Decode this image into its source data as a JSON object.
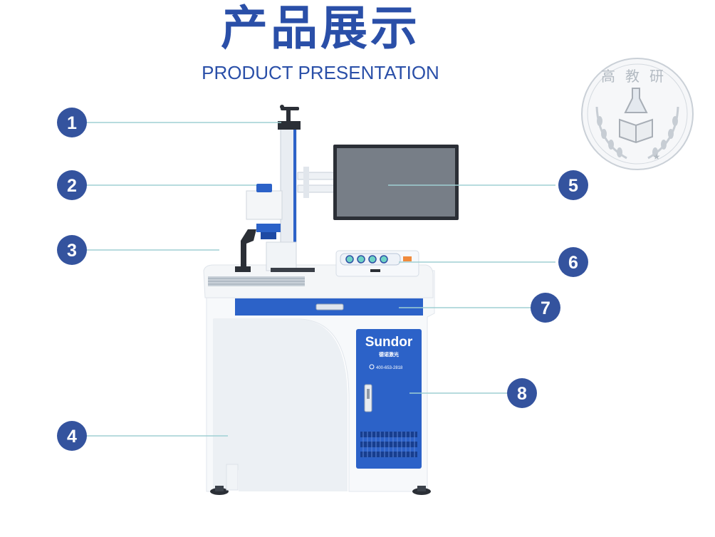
{
  "header": {
    "title_cn": "产品展示",
    "title_en": "PRODUCT PRESENTATION"
  },
  "callouts": [
    {
      "number": "1"
    },
    {
      "number": "2"
    },
    {
      "number": "3"
    },
    {
      "number": "4"
    },
    {
      "number": "5"
    },
    {
      "number": "6"
    },
    {
      "number": "7"
    },
    {
      "number": "8"
    }
  ],
  "machine": {
    "brand": "Sundor",
    "brand_cn": "德诺激光",
    "hotline": "400-653-2818"
  },
  "watermark": {
    "text": "高教研"
  },
  "colors": {
    "accent": "#2a4fa8",
    "callout_circle": "#34539e",
    "cabinet_blue": "#2c62c8",
    "leader_line": "#9fcfd3"
  }
}
